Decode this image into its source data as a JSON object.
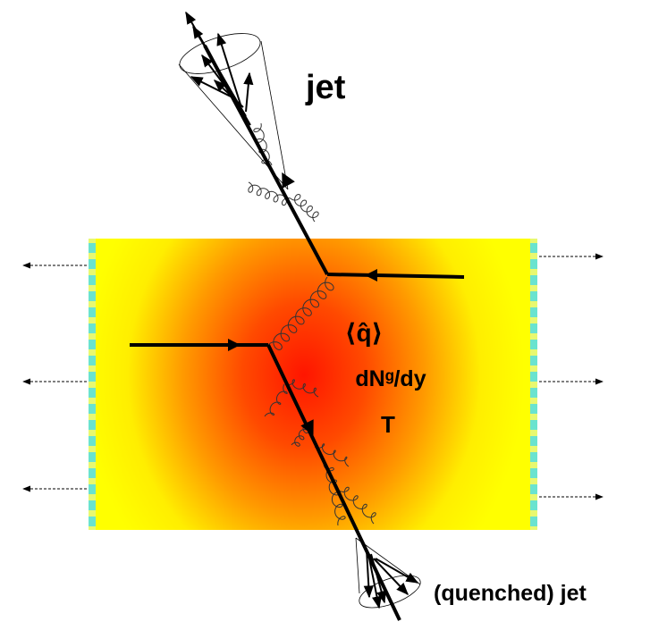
{
  "labels": {
    "jet_top": "jet",
    "jet_bottom": "(quenched) jet",
    "qhat": "⟨q̂⟩",
    "gluon_density": "dNᵍ/dy",
    "temperature": "T"
  },
  "colors": {
    "medium_center": "#ff1a00",
    "medium_mid": "#ff7a00",
    "medium_edge": "#ffff00",
    "edge_stripe": "#5fe0c8",
    "ink": "#000000"
  },
  "icons": {
    "flow_arrow": "arrow-icon",
    "gluon": "gluon-spring-icon",
    "jet_cone": "jet-cone-icon"
  }
}
